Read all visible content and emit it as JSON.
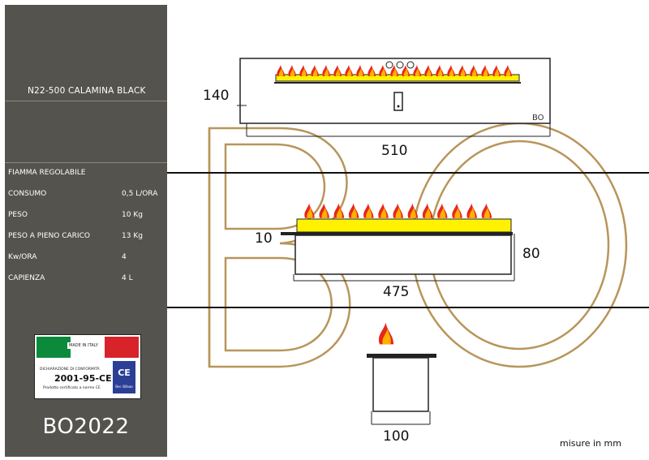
{
  "product": {
    "model": "N22-500 CALAMINA BLACK",
    "brand_code": "BO2022",
    "drawing_mark": "BO"
  },
  "specs": [
    {
      "label": "FIAMMA REGOLABILE",
      "value": ""
    },
    {
      "label": "CONSUMO",
      "value": "0,5 L/ORA"
    },
    {
      "label": "PESO",
      "value": "10 Kg"
    },
    {
      "label": "PESO A PIENO CARICO",
      "value": "13 Kg"
    },
    {
      "label": "Kw/ORA",
      "value": "4"
    },
    {
      "label": "CAPIENZA",
      "value": "4 L"
    }
  ],
  "certification": {
    "made_in": "MADE IN ITALY",
    "title": "DICHIARAZIONE DI CONFORMITÀ",
    "code": "2001-95-CE",
    "note": "Prodotto certificato a norme CE",
    "ce_mark": "CE",
    "ce_sub": "Ber. Bilbao",
    "flag_colors": [
      "#0b8a3c",
      "#ffffff",
      "#d8232a"
    ]
  },
  "dimensions": {
    "front_height": "140",
    "front_width": "510",
    "side_top": "10",
    "side_height": "80",
    "side_width": "475",
    "end_width": "100"
  },
  "units_note": "misure in mm",
  "colors": {
    "sidebar": "#55534d",
    "watermark": "#b8955a",
    "flame_red": "#e8261b",
    "flame_yellow": "#fff200"
  }
}
